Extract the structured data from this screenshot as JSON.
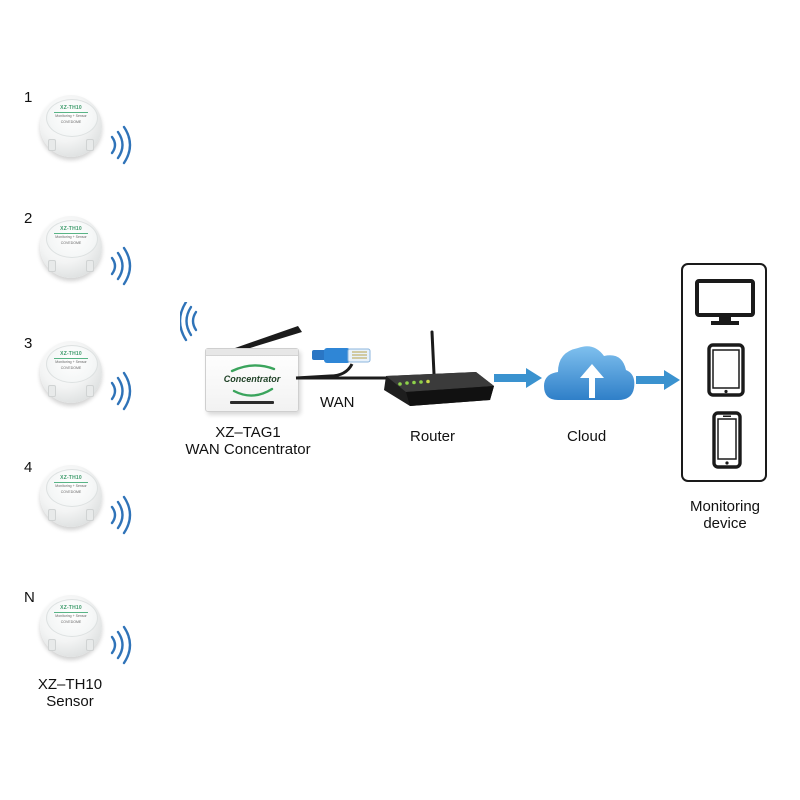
{
  "sensors": [
    {
      "index_label": "1"
    },
    {
      "index_label": "2"
    },
    {
      "index_label": "3"
    },
    {
      "index_label": "4"
    },
    {
      "index_label": "N"
    }
  ],
  "sensor_device": {
    "brand": "XZ-TH10",
    "line1": "Monitoring + Sensor",
    "line2": "COVEDOME",
    "caption_line1": "XZ–TH10",
    "caption_line2": "Sensor"
  },
  "concentrator": {
    "face_label": "Concentrator",
    "caption_line1": "XZ–TAG1",
    "caption_line2": "WAN Concentrator"
  },
  "wan_label": "WAN",
  "router_label": "Router",
  "cloud_label": "Cloud",
  "monitoring": {
    "caption_line1": "Monitoring",
    "caption_line2": "device"
  },
  "colors": {
    "wave_blue": "#2f73b8",
    "arrow_blue": "#3a92cf",
    "cloud_blue": "#3f8fd4",
    "cable_blue": "#2a76c4",
    "concentrator_green": "#3aa45c",
    "router_led": "#8ed24a"
  },
  "icons": [
    "wireless-wave-icon",
    "ethernet-plug-icon",
    "upload-arrow-icon",
    "monitor-icon",
    "tablet-icon",
    "phone-icon"
  ]
}
